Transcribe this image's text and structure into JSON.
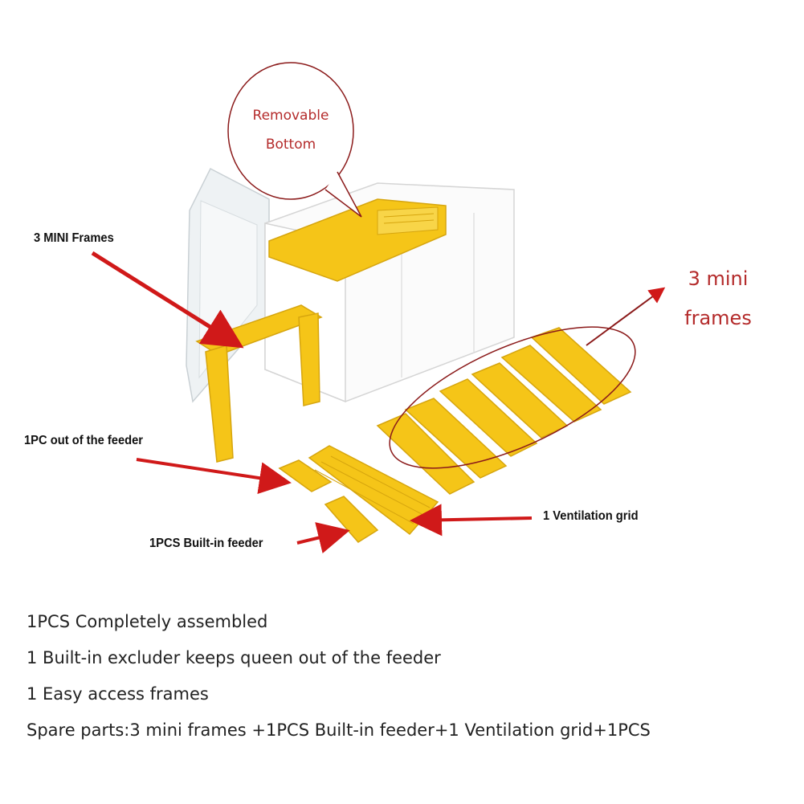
{
  "product_image": {
    "callouts": {
      "removable_bottom": [
        "Removable",
        "Bottom"
      ],
      "mini_frames_left": "3 MINI Frames",
      "mini_frames_right": [
        "3 mini",
        "frames"
      ],
      "feeder_out": "1PC out of the feeder",
      "ventilation": "1 Ventilation grid",
      "builtin_feeder": "1PCS Built-in feeder"
    },
    "colors": {
      "plastic_yellow": "#f5c518",
      "arrow_red": "#d01919",
      "label_red": "#b42b2b"
    }
  },
  "description": {
    "lines": [
      "1PCS Completely assembled",
      "1 Built-in excluder keeps queen out of the feeder",
      "1 Easy access frames",
      "Spare parts:3 mini frames +1PCS Built-in feeder+1 Ventilation grid+1PCS"
    ]
  }
}
